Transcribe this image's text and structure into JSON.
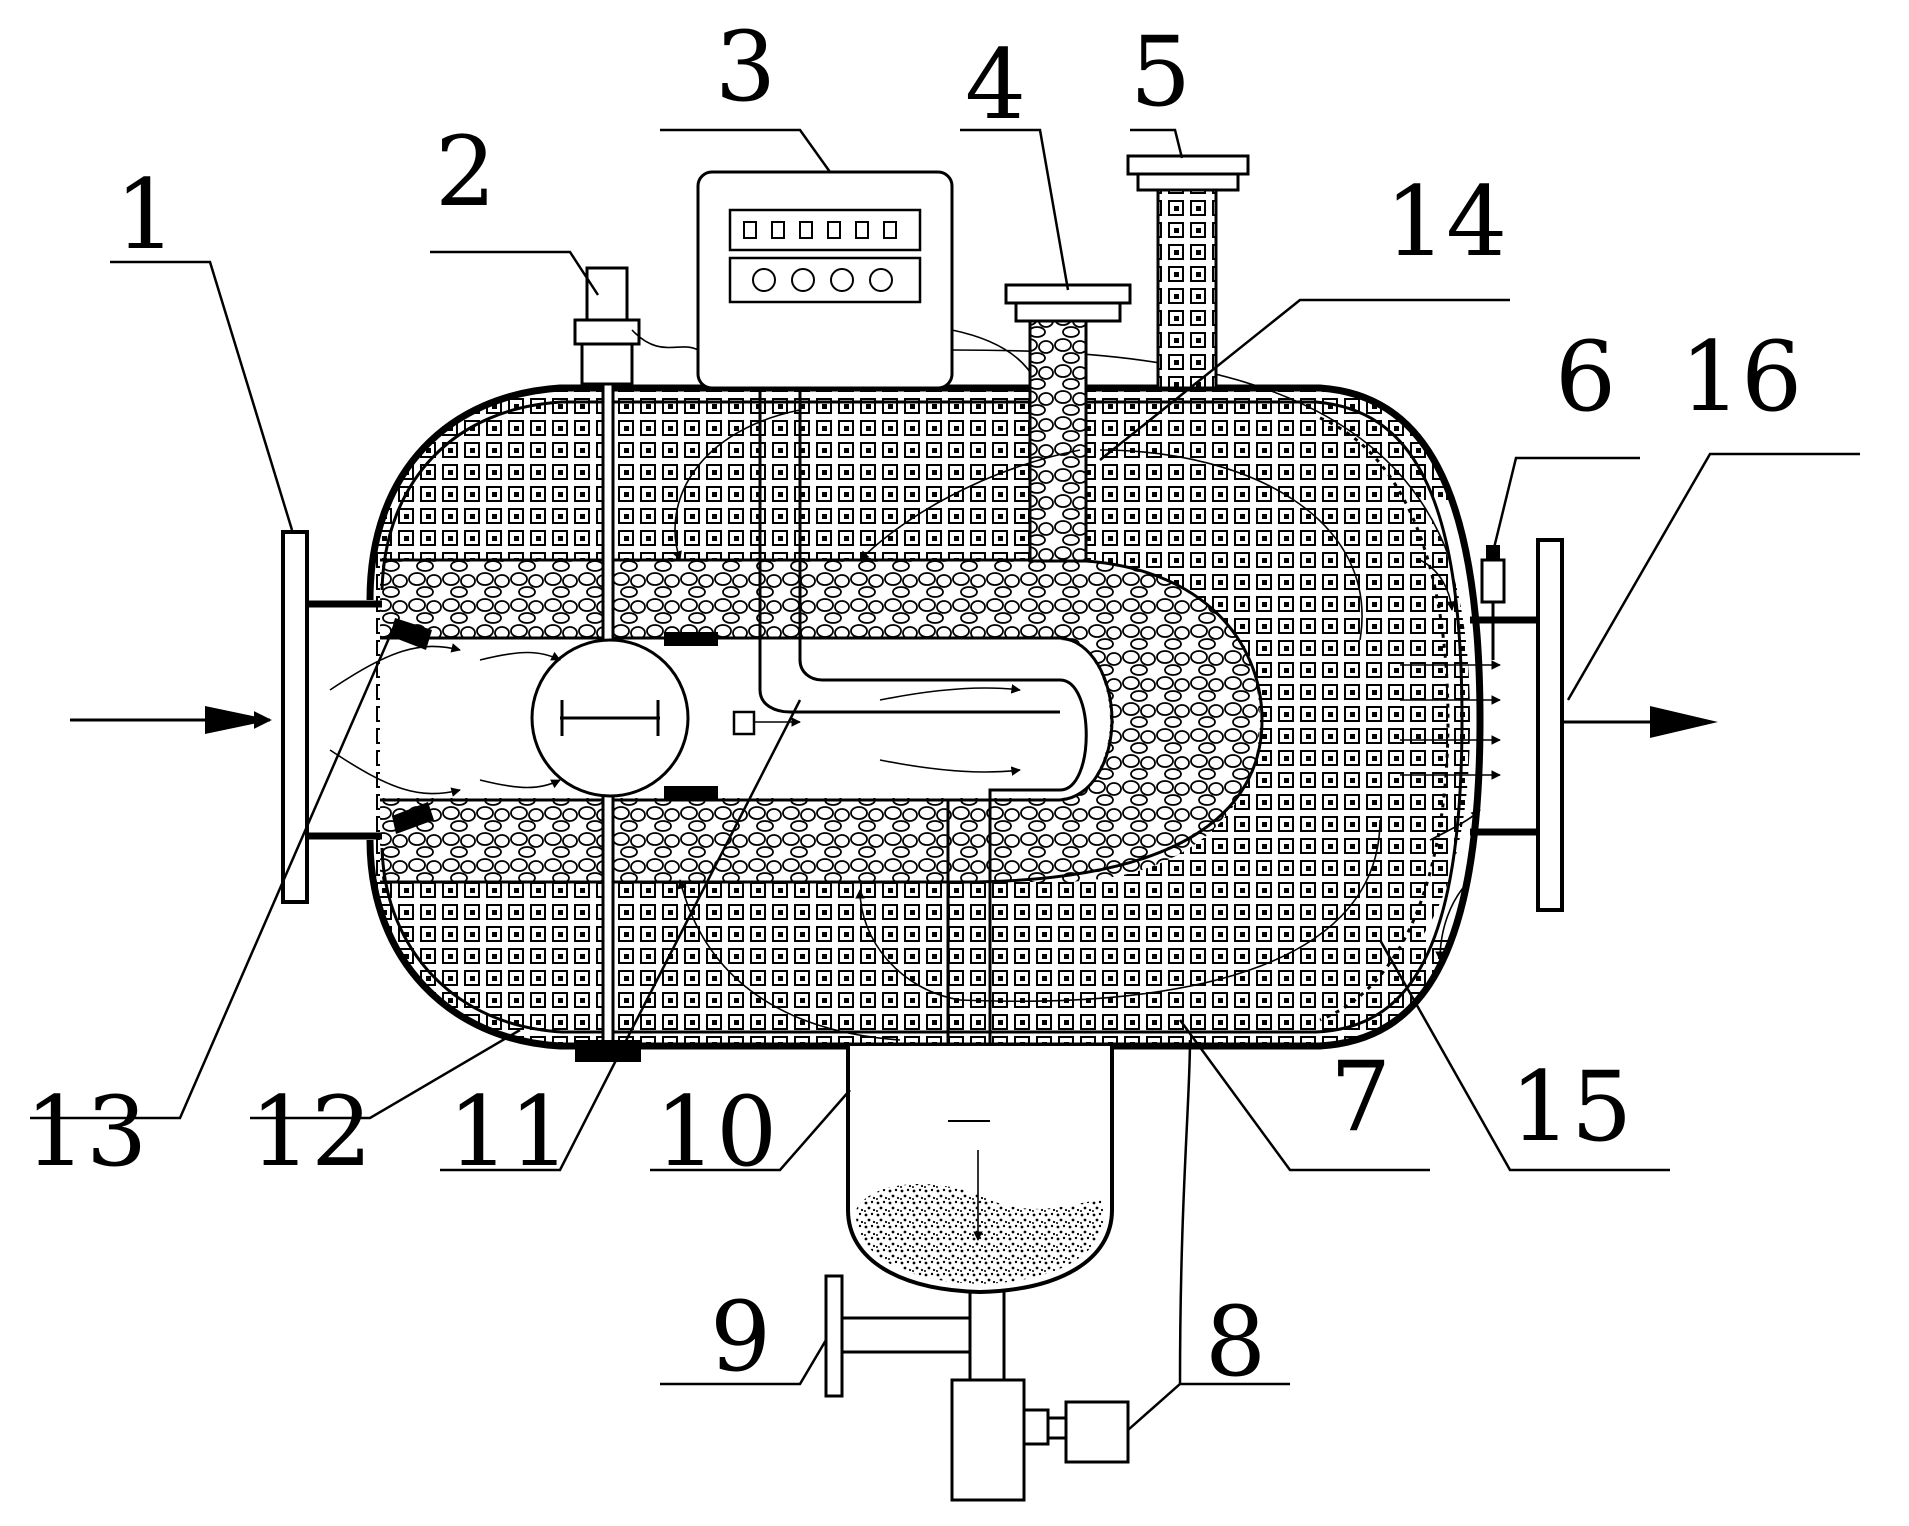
{
  "diagram": {
    "labels": [
      "1",
      "2",
      "3",
      "4",
      "5",
      "6",
      "7",
      "8",
      "9",
      "10",
      "11",
      "12",
      "13",
      "14",
      "15",
      "16"
    ],
    "line_color": "#000000",
    "background": "#ffffff"
  }
}
